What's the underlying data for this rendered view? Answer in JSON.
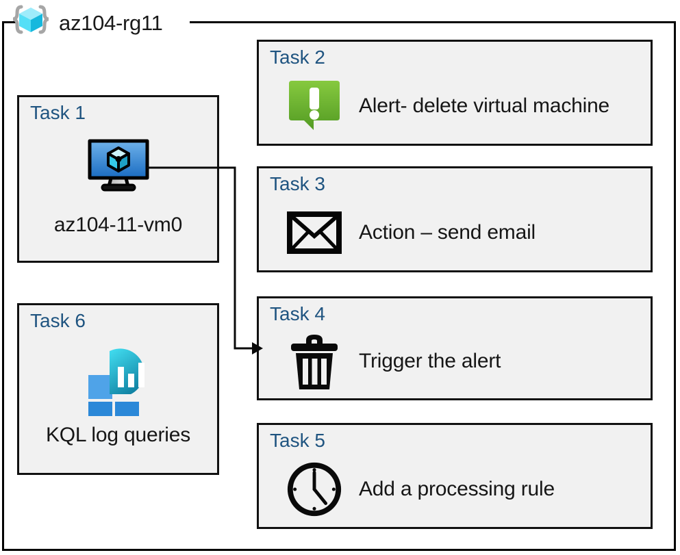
{
  "diagram": {
    "container": {
      "icon": "azure-resource-group-icon",
      "title": "az104-rg11"
    },
    "left_column": [
      {
        "id": "task-1",
        "label": "Task 1",
        "icon": "virtual-machine-icon",
        "caption": "az104-11-vm0"
      },
      {
        "id": "task-6",
        "label": "Task 6",
        "icon": "log-analytics-icon",
        "caption": "KQL log queries"
      }
    ],
    "right_column": [
      {
        "id": "task-2",
        "label": "Task 2",
        "icon": "alert-bubble-icon",
        "text": "Alert- delete virtual machine"
      },
      {
        "id": "task-3",
        "label": "Task 3",
        "icon": "envelope-icon",
        "text": "Action – send email"
      },
      {
        "id": "task-4",
        "label": "Task 4",
        "icon": "trash-can-icon",
        "text": "Trigger the alert"
      },
      {
        "id": "task-5",
        "label": "Task 5",
        "icon": "clock-icon",
        "text": "Add a processing rule"
      }
    ],
    "connector": {
      "name": "vm-to-trigger-connector",
      "from": "task-1",
      "to": "task-4"
    },
    "colors": {
      "task_label": "#1f5480",
      "box_fill": "#f1f1f1",
      "box_border": "#111111",
      "alert_green_light": "#7cc142",
      "alert_green_dark": "#5a9e28",
      "vm_blue_light": "#5fa8e8",
      "vm_blue_dark": "#1e6fc4",
      "cube_cyan": "#49e3f7",
      "tile_blue": "#2b88d8",
      "tile_blue_light": "#4fa3e8",
      "blob_teal_light": "#3dd5e8",
      "blob_teal_dark": "#1b8ba8"
    }
  }
}
